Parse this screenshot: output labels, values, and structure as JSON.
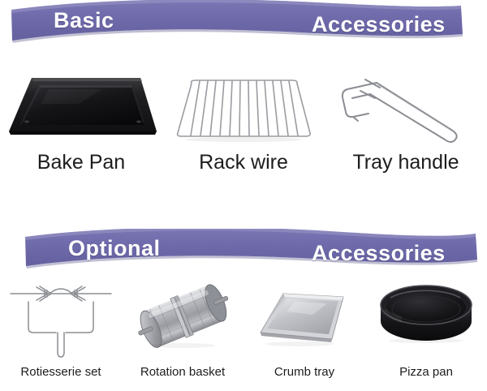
{
  "banners": [
    {
      "id": "basic",
      "title_left": "Basic",
      "title_right": "Accessories",
      "color": "#6f6bab"
    },
    {
      "id": "optional",
      "title_left": "Optional",
      "title_right": "Accessories",
      "color": "#6f6bab"
    }
  ],
  "basic_accessories": [
    {
      "label": "Bake Pan",
      "icon": "bake-pan-image"
    },
    {
      "label": "Rack wire",
      "icon": "rack-wire-image"
    },
    {
      "label": "Tray handle",
      "icon": "tray-handle-image"
    }
  ],
  "optional_accessories": [
    {
      "label": "Rotiesserie set",
      "icon": "rotisserie-set-image"
    },
    {
      "label": "Rotation basket",
      "icon": "rotation-basket-image"
    },
    {
      "label": "Crumb tray",
      "icon": "crumb-tray-image"
    },
    {
      "label": "Pizza pan",
      "icon": "pizza-pan-image"
    }
  ],
  "colors": {
    "banner_purple": "#6f6bab",
    "banner_purple_dark": "#5d5996",
    "banner_highlight": "#8481ba",
    "pan_black": "#141416",
    "metal_light": "#d9dadd",
    "metal_mid": "#a9abb0",
    "metal_dark": "#7d7f85",
    "caption_text": "#1d1d1f",
    "background": "#ffffff"
  }
}
